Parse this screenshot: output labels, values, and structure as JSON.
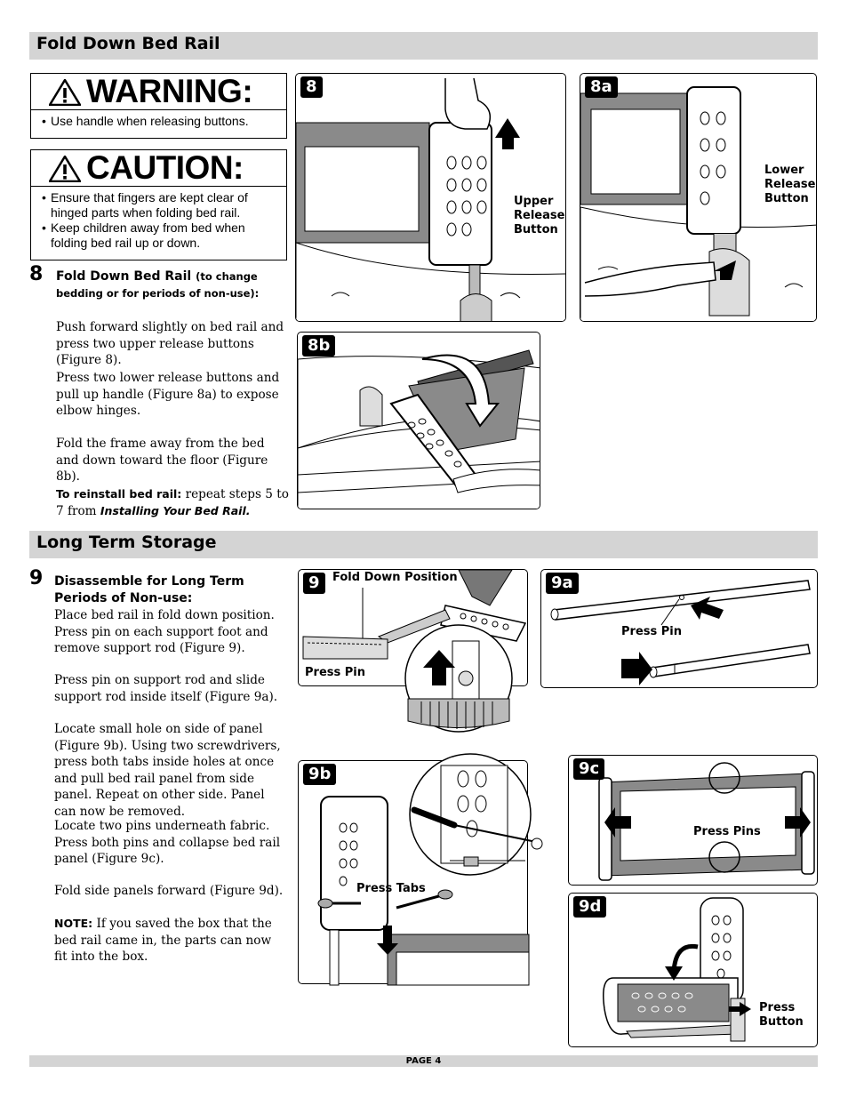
{
  "sections": {
    "fold_down": "Fold Down Bed Rail",
    "long_term": "Long Term Storage"
  },
  "warning": {
    "title": "WARNING:",
    "items": [
      "Use handle when releasing buttons."
    ]
  },
  "caution": {
    "title": "CAUTION:",
    "items": [
      "Ensure that fingers are kept clear of hinged parts when folding bed rail.",
      "Keep children away from bed when folding bed rail up or down."
    ]
  },
  "step8": {
    "number": "8",
    "title": "Fold Down Bed Rail",
    "subtitle": "(to change bedding or for periods of non-use):",
    "paragraphs": [
      "Push forward slightly on bed rail and press two upper release buttons (Figure 8).",
      "Press two lower release buttons and pull up handle (Figure 8a) to expose elbow hinges.",
      "Fold the frame away from the bed and down toward the floor (Figure 8b)."
    ],
    "reinstall_label": "To reinstall bed rail:",
    "reinstall_text": "repeat steps 5 to 7 from",
    "reinstall_ref": "Installing Your Bed Rail."
  },
  "step9": {
    "number": "9",
    "title": "Disassemble for Long Term Periods of Non-use:",
    "first": "Place bed rail in fold down position. Press pin on each support foot and remove support rod (Figure 9).",
    "paragraphs": [
      "Press pin on support rod and slide support rod inside itself (Figure 9a).",
      "Locate small hole on side of panel (Figure 9b). Using two screwdrivers, press both tabs inside holes at once and pull bed rail panel from side panel. Repeat on other side. Panel can now be removed.",
      "Locate two pins underneath fabric. Press both pins and collapse bed rail panel (Figure 9c).",
      "Fold side panels forward (Figure 9d)."
    ],
    "note_label": "NOTE:",
    "note_text": "If you saved the box that the bed rail came in, the parts can now fit into the box."
  },
  "figures": {
    "f8": {
      "label": "8",
      "callout": "Upper Release Button"
    },
    "f8a": {
      "label": "8a",
      "callout": "Lower Release Button"
    },
    "f8b": {
      "label": "8b"
    },
    "f9": {
      "label": "9",
      "title": "Fold Down Position",
      "callout": "Press Pin"
    },
    "f9a": {
      "label": "9a",
      "callout": "Press Pin"
    },
    "f9b": {
      "label": "9b",
      "callout": "Press Tabs"
    },
    "f9c": {
      "label": "9c",
      "callout": "Press Pins"
    },
    "f9d": {
      "label": "9d",
      "callout": "Press Button"
    }
  },
  "footer": "PAGE 4"
}
